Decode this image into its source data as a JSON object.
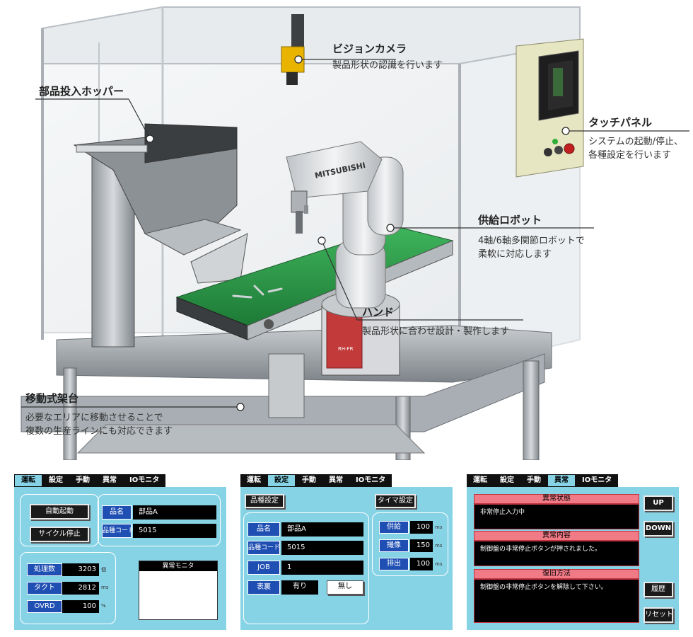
{
  "callouts": {
    "vision": {
      "title": "ビジョンカメラ",
      "desc": "製品形状の認識を行います"
    },
    "hopper": {
      "title": "部品投入ホッパー"
    },
    "touch": {
      "title": "タッチパネル",
      "desc1": "システムの起動/停止、",
      "desc2": "各種設定を行います"
    },
    "robot": {
      "title": "供給ロボット",
      "desc1": "4軸/6軸多関節ロボットで",
      "desc2": "柔軟に対応します"
    },
    "hand": {
      "title": "ハンド",
      "desc": "製品形状に合わせ設計・製作します"
    },
    "stand": {
      "title": "移動式架台",
      "desc1": "必要なエリアに移動させることで",
      "desc2": "複数の生産ラインにも対応できます"
    }
  },
  "robot_brand": "MITSUBISHI",
  "colors": {
    "panel_bg": "#87d3e6",
    "label_blue": "#1f4fb3",
    "alarm_pink": "#f07a86",
    "conveyor_green": "#2e9a4a"
  },
  "panel1": {
    "tabs": [
      "運転",
      "設定",
      "手動",
      "異常",
      "IOモニタ"
    ],
    "active_tab": 0,
    "auto_start": "自動起動",
    "cycle_stop": "サイクル停止",
    "product_name_label": "品名",
    "product_name": "部品A",
    "product_code_label": "品種コード",
    "product_code": "5015",
    "count_label": "処理数",
    "count_value": "3203",
    "count_unit": "個",
    "tact_label": "タクト",
    "tact_value": "2812",
    "tact_unit": "ms",
    "ovrd_label": "OVRD",
    "ovrd_value": "100",
    "ovrd_unit": "%",
    "alarm_monitor": "異常モニタ"
  },
  "panel2": {
    "tabs": [
      "運転",
      "設定",
      "手動",
      "異常",
      "IOモニタ"
    ],
    "active_tab": 1,
    "product_setting": "品種設定",
    "timer_setting": "タイマ設定",
    "name_label": "品名",
    "name_value": "部品A",
    "code_label": "品種コード",
    "code_value": "5015",
    "job_label": "JOB",
    "job_value": "1",
    "face_label": "表裏",
    "face_on": "有り",
    "face_off": "無し",
    "supply_label": "供給",
    "supply_value": "100",
    "supply_unit": "ms",
    "image_label": "撮像",
    "image_value": "150",
    "image_unit": "ms",
    "discharge_label": "排出",
    "discharge_value": "100",
    "discharge_unit": "ms"
  },
  "panel3": {
    "tabs": [
      "運転",
      "設定",
      "手動",
      "異常",
      "IOモニタ"
    ],
    "active_tab": 3,
    "status_head": "異常状態",
    "status_body": "非常停止入力中",
    "content_head": "異常内容",
    "content_body": "制御盤の非常停止ボタンが押されました。",
    "recovery_head": "復旧方法",
    "recovery_body": "制御盤の非常停止ボタンを解除して下さい。",
    "up": "UP",
    "down": "DOWN",
    "history": "履歴",
    "reset": "リセット"
  }
}
